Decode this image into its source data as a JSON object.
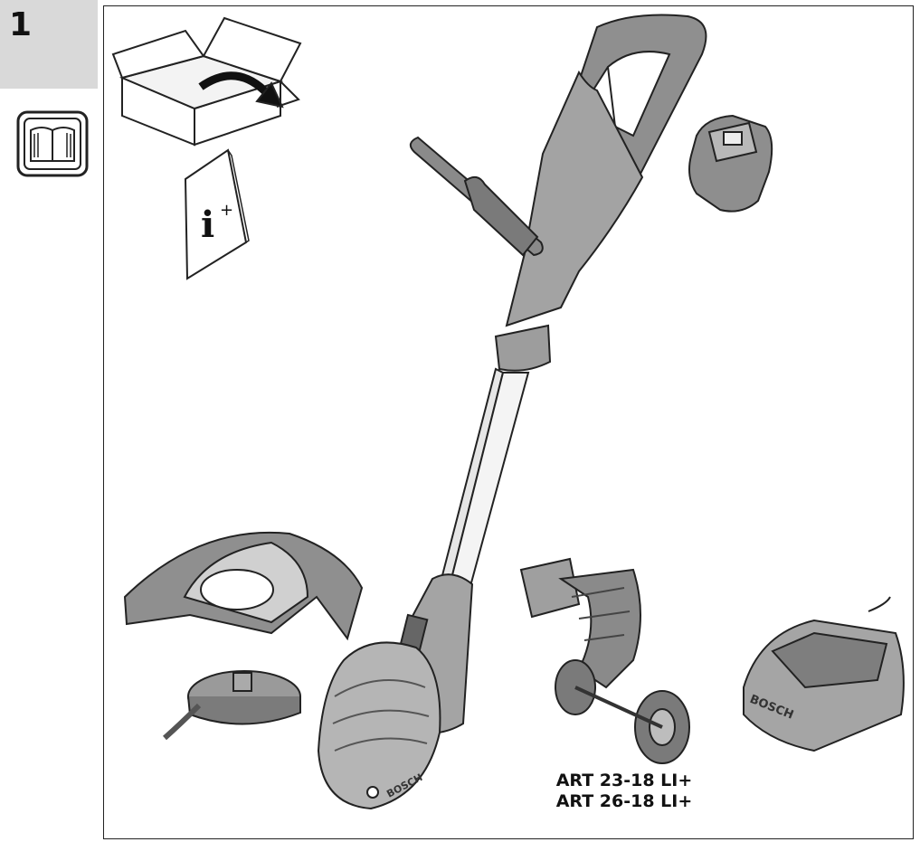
{
  "step": {
    "number": "1"
  },
  "info_sheet": {
    "symbol": "i",
    "plus": "+"
  },
  "brand": {
    "logo_text": "BOSCH"
  },
  "models": [
    "ART 23-18 LI+",
    "ART 26-18 LI+"
  ],
  "colors": {
    "panel": "#d9d9d9",
    "part_fill": "#9a9a9a",
    "part_dark": "#6e6e6e",
    "line": "#222222"
  }
}
